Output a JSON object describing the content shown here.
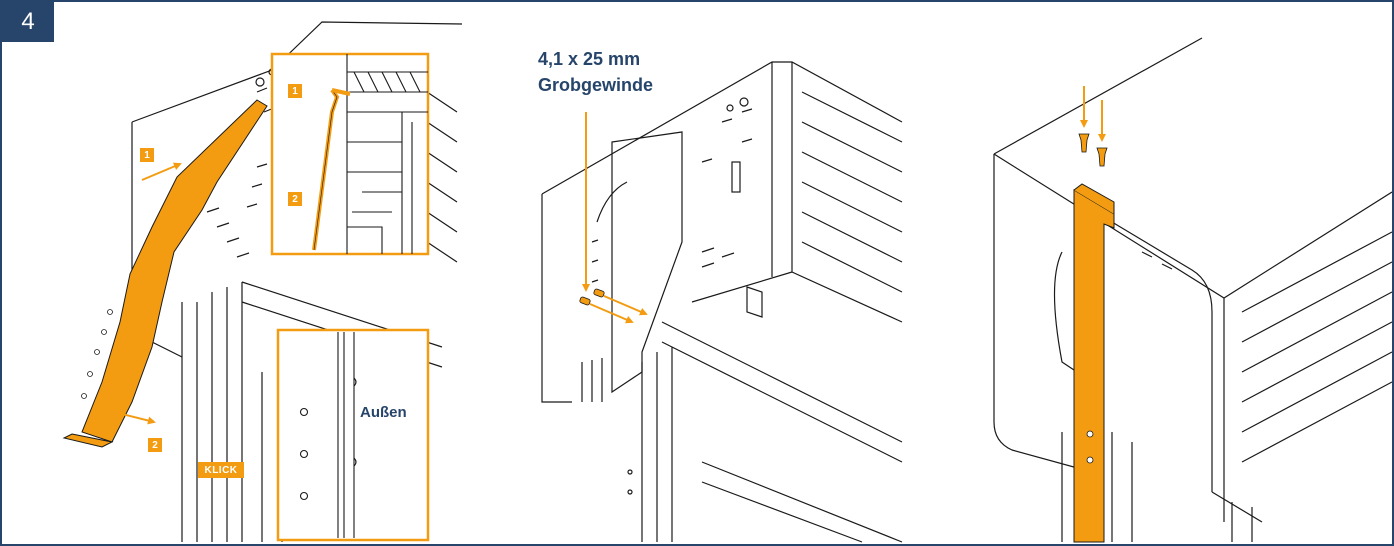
{
  "step": {
    "number": "4"
  },
  "panel1": {
    "badges": [
      "1",
      "2",
      "2",
      "1"
    ],
    "klick_label": "KLICK",
    "outside_label": "Außen"
  },
  "panel2": {
    "screw_size": "4,1 x 25 mm",
    "thread_type": "Grobgewinde"
  },
  "colors": {
    "accent": "#f39c12",
    "frame": "#27456b",
    "line": "#1a1a1a"
  }
}
